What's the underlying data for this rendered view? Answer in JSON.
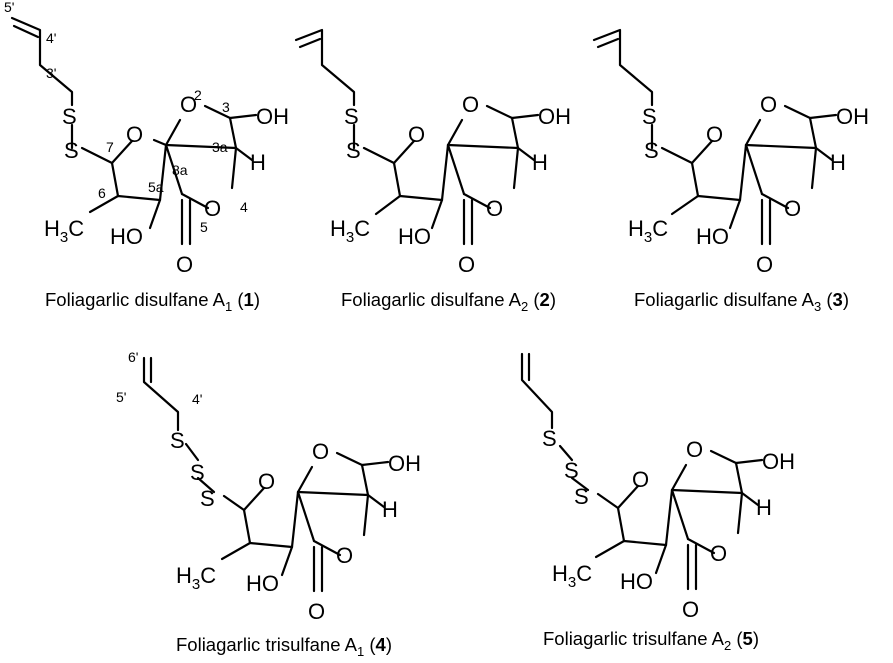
{
  "molecules": [
    {
      "caption": {
        "prefix": "Foliagarlic disulfane  A",
        "sub": "1",
        "open": " (",
        "num": "1",
        "close": ")"
      },
      "labels": {
        "o1": "O",
        "o2": "O",
        "oh": "OH",
        "h": "H",
        "ho": "HO",
        "h3c_h": "H",
        "h3c_sub": "3",
        "h3c_c": "C",
        "o4": "O",
        "o_carbonyl": "O",
        "s1": "S",
        "s2": "S"
      },
      "numbering": [
        "5'",
        "4'",
        "3'",
        "2",
        "3",
        "7",
        "8a",
        "3a",
        "6",
        "5a",
        "4",
        "5"
      ]
    },
    {
      "caption": {
        "prefix": "Foliagarlic disulfane A",
        "sub": "2",
        "open": " (",
        "num": "2",
        "close": ")"
      },
      "labels": {
        "o1": "O",
        "o2": "O",
        "oh": "OH",
        "h": "H",
        "ho": "HO",
        "h3c_h": "H",
        "h3c_sub": "3",
        "h3c_c": "C",
        "o4": "O",
        "o_carbonyl": "O",
        "s1": "S",
        "s2": "S"
      }
    },
    {
      "caption": {
        "prefix": "Foliagarlic disulfane A",
        "sub": "3",
        "open": " (",
        "num": "3",
        "close": ")"
      },
      "labels": {
        "o1": "O",
        "o2": "O",
        "oh": "OH",
        "h": "H",
        "ho": "HO",
        "h3c_h": "H",
        "h3c_sub": "3",
        "h3c_c": "C",
        "o4": "O",
        "o_carbonyl": "O",
        "s1": "S",
        "s2": "S"
      }
    },
    {
      "caption": {
        "prefix": "Foliagarlic trisulfane A",
        "sub": "1",
        "open": " (",
        "num": "4",
        "close": ")"
      },
      "labels": {
        "o1": "O",
        "o2": "O",
        "oh": "OH",
        "h": "H",
        "ho": "HO",
        "h3c_h": "H",
        "h3c_sub": "3",
        "h3c_c": "C",
        "o4": "O",
        "o_carbonyl": "O",
        "s1": "S",
        "s2": "S",
        "s3": "S"
      },
      "numbering": [
        "6'",
        "5'",
        "4'"
      ]
    },
    {
      "caption": {
        "prefix": "Foliagarlic trisulfane A",
        "sub": "2",
        "open": " (",
        "num": "5",
        "close": ")"
      },
      "labels": {
        "o1": "O",
        "o2": "O",
        "oh": "OH",
        "h": "H",
        "ho": "HO",
        "h3c_h": "H",
        "h3c_sub": "3",
        "h3c_c": "C",
        "o4": "O",
        "o_carbonyl": "O",
        "s1": "S",
        "s2": "S",
        "s3": "S"
      }
    }
  ]
}
